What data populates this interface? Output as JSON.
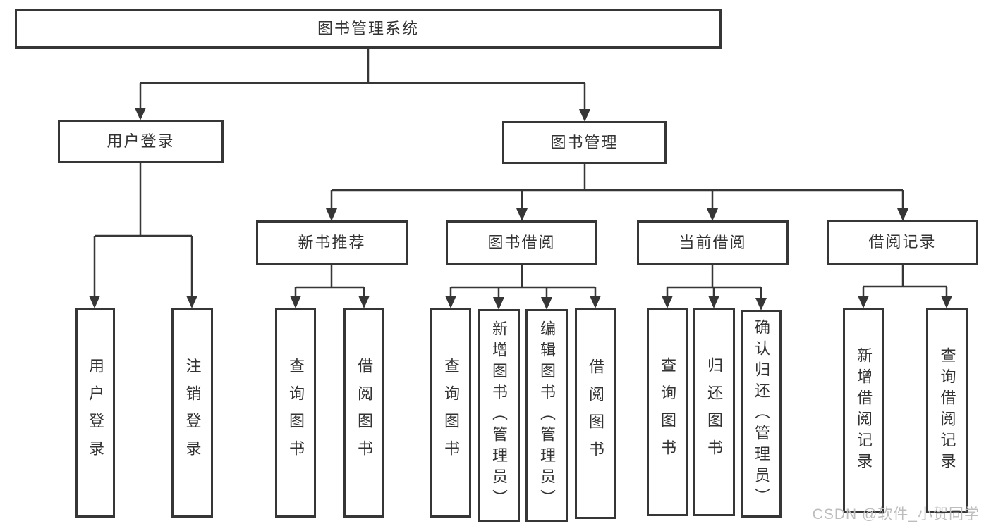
{
  "tree": {
    "label": "图书管理系统",
    "children": [
      {
        "label": "用户登录",
        "children": [
          {
            "label": "用户登录"
          },
          {
            "label": "注销登录"
          }
        ]
      },
      {
        "label": "图书管理",
        "children": [
          {
            "label": "新书推荐",
            "children": [
              {
                "label": "查询图书"
              },
              {
                "label": "借阅图书"
              }
            ]
          },
          {
            "label": "图书借阅",
            "children": [
              {
                "label": "查询图书"
              },
              {
                "label": "新增图书（管理员）"
              },
              {
                "label": "编辑图书（管理员）"
              },
              {
                "label": "借阅图书"
              }
            ]
          },
          {
            "label": "当前借阅",
            "children": [
              {
                "label": "查询图书"
              },
              {
                "label": "归还图书"
              },
              {
                "label": "确认归还（管理员）"
              }
            ]
          },
          {
            "label": "借阅记录",
            "children": [
              {
                "label": "新增借阅记录"
              },
              {
                "label": "查询借阅记录"
              }
            ]
          }
        ]
      }
    ]
  },
  "watermark": "CSDN @软件_小贺同学",
  "colors": {
    "line": "#363636",
    "text": "#333333",
    "box_bg": "#ffffff",
    "watermark": "#bdbdbd"
  }
}
